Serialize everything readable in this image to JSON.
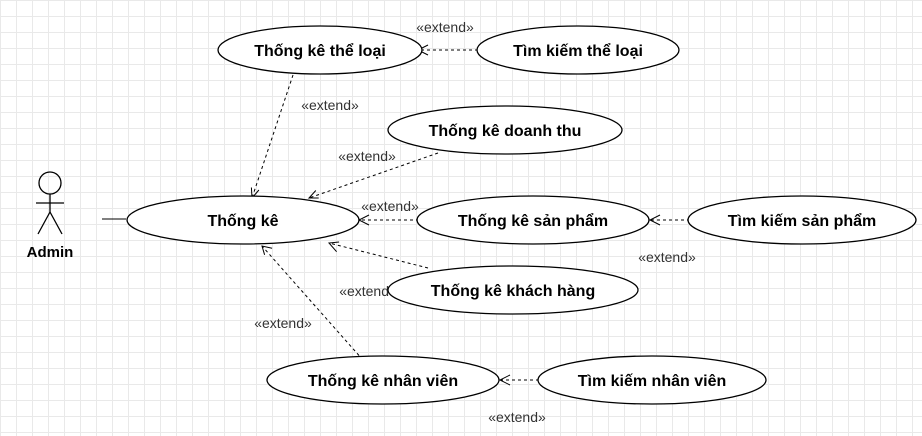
{
  "actor": {
    "name": "Admin"
  },
  "use_cases": {
    "thong_ke": "Thống kê",
    "thong_ke_the_loai": "Thống kê thể loại",
    "tim_kiem_the_loai": "Tìm kiếm thể loại",
    "thong_ke_doanh_thu": "Thống kê doanh thu",
    "thong_ke_san_pham": "Thống kê sản phẩm",
    "tim_kiem_san_pham": "Tìm kiếm sản phẩm",
    "thong_ke_khach_hang": "Thống kê khách hàng",
    "thong_ke_nhan_vien": "Thống kê nhân viên",
    "tim_kiem_nhan_vien": "Tìm kiếm nhân viên"
  },
  "relations": {
    "extend_label": "«extend»",
    "tim_kiem_the_loai_to_the_loai": "«extend»",
    "the_loai_to_thong_ke": "«extend»",
    "doanh_thu_to_thong_ke": "«extend»",
    "san_pham_to_thong_ke": "«extend»",
    "tim_kiem_san_pham_to_san_pham": "«extend»",
    "khach_hang_to_thong_ke": "«extend»",
    "nhan_vien_to_thong_ke": "«extend»",
    "tim_kiem_nhan_vien_to_nhan_vien": "«extend»"
  }
}
